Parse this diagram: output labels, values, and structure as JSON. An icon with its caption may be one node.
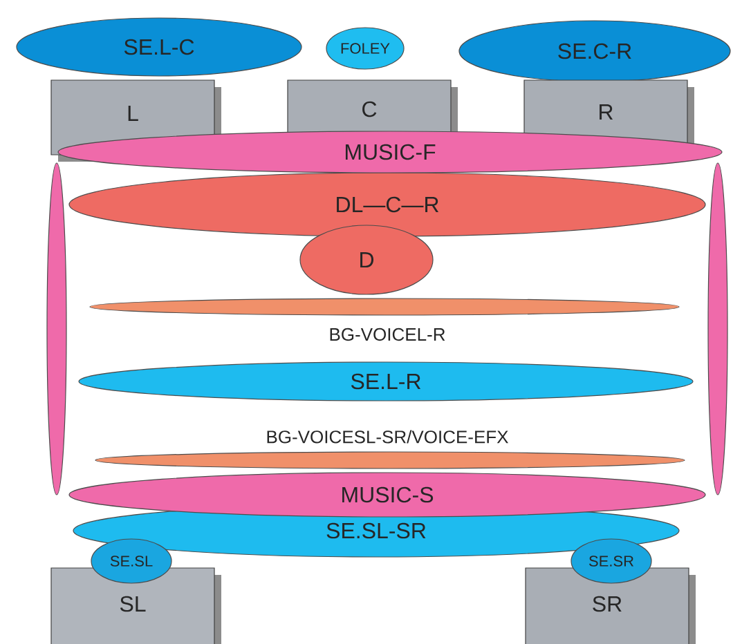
{
  "diagram": {
    "nodes": [
      {
        "text": [
          "SE.L-C"
        ]
      },
      {
        "text": [
          "FOLEY"
        ]
      },
      {
        "text": [
          "SE.C-R"
        ]
      },
      {
        "text": [
          "L"
        ]
      },
      {
        "text": [
          "C"
        ]
      },
      {
        "text": [
          "R"
        ]
      },
      {
        "text": [
          "MUSIC-F"
        ]
      },
      {
        "text": [],
        "shape": "ellipse"
      },
      {
        "text": [],
        "shape": "ellipse"
      },
      {
        "text": [
          "DL—C—R"
        ]
      },
      {
        "text": [
          "D"
        ]
      },
      {
        "text": [],
        "shape": "ellipse",
        "beside": [
          "BG-VOICEL-R"
        ]
      },
      {
        "text": [
          "SE.L-R"
        ]
      },
      {
        "text": [],
        "shape": "ellipse",
        "beside": [
          "BG-VOICESL-SR/VOICE-EFX"
        ]
      },
      {
        "text": [
          "MUSIC-S"
        ]
      },
      {
        "text": [
          "SE.SL-SR"
        ]
      },
      {
        "text": [
          "SL"
        ]
      },
      {
        "text": [
          "SE.SL"
        ]
      },
      {
        "text": [
          "SR"
        ]
      },
      {
        "text": [
          "SE.SR"
        ]
      }
    ]
  }
}
